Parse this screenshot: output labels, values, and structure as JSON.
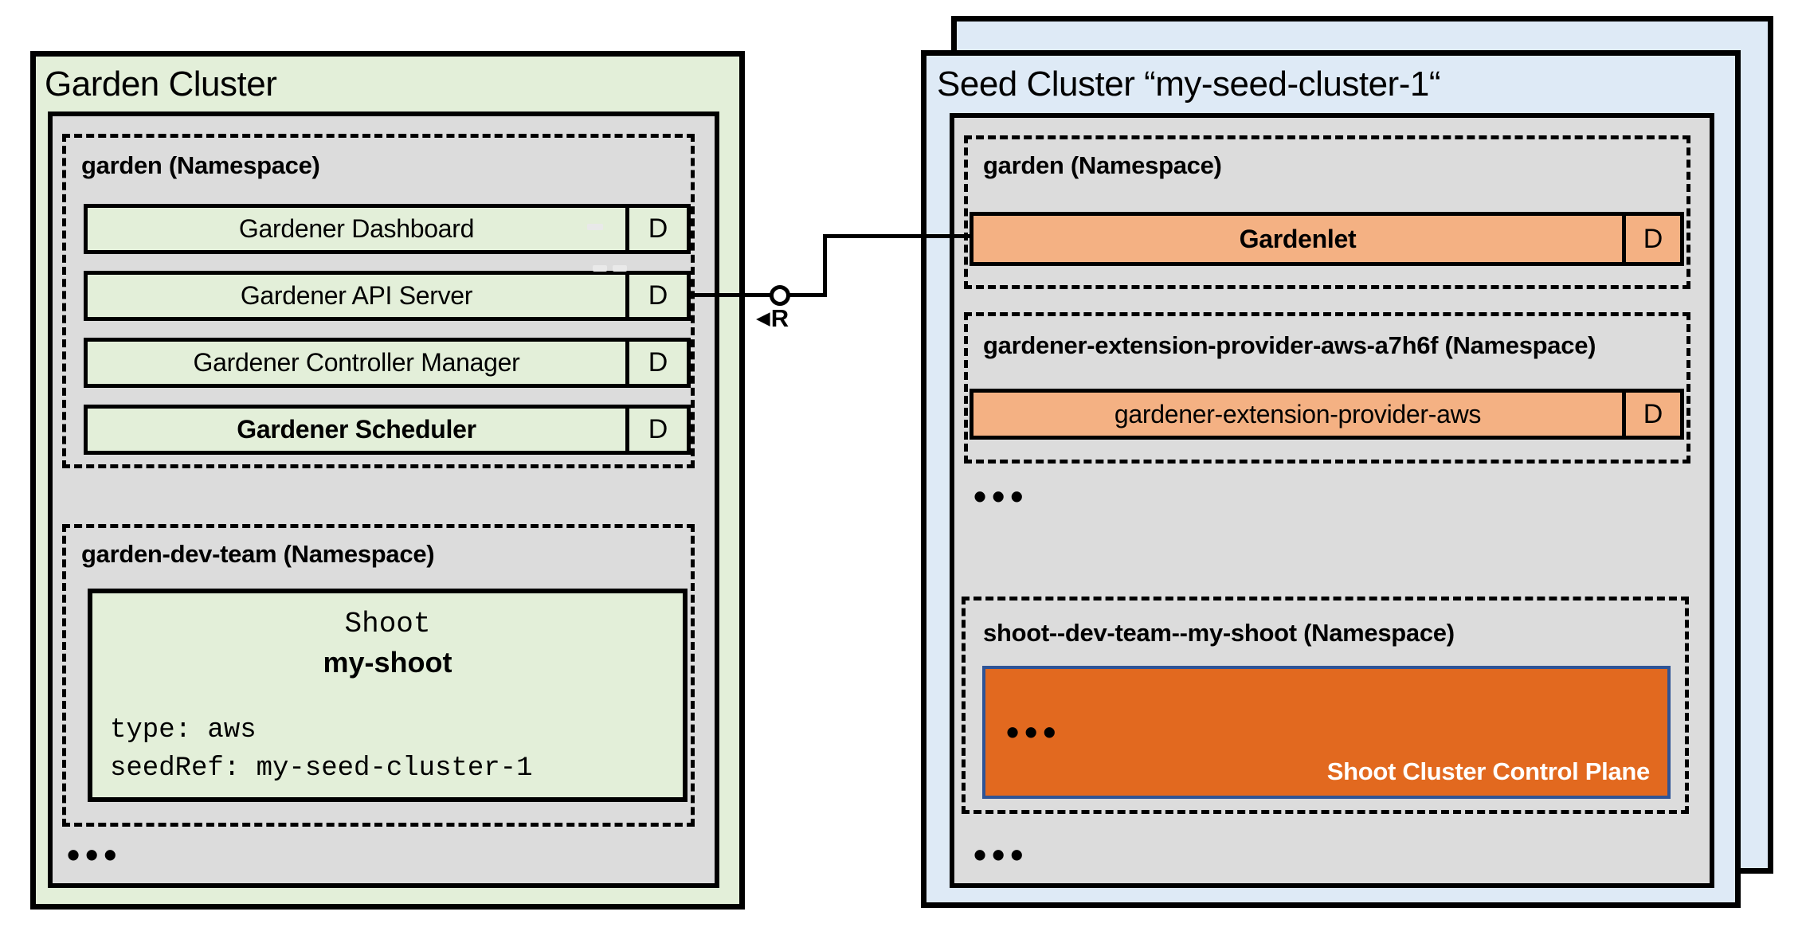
{
  "colors": {
    "cluster_green": "#E3EFD9",
    "namespace_gray": "#DCDCDC",
    "seed_blue": "#DEEAF6",
    "component_orange": "#F4B183",
    "control_plane_orange": "#E2691F",
    "control_plane_border_blue": "#2F5496",
    "line_black": "#000000"
  },
  "garden_cluster": {
    "title": "Garden Cluster",
    "garden_namespace": {
      "label": "garden (Namespace)",
      "components": [
        {
          "label": "Gardener Dashboard",
          "badge": "D"
        },
        {
          "label": "Gardener API Server",
          "badge": "D"
        },
        {
          "label": "Gardener Controller Manager",
          "badge": "D"
        },
        {
          "label": "Gardener Scheduler",
          "badge": "D"
        }
      ]
    },
    "dev_namespace": {
      "label": "garden-dev-team (Namespace)",
      "shoot_resource": {
        "kind": "Shoot",
        "name": "my-shoot",
        "spec_lines": [
          "type: aws",
          "seedRef: my-seed-cluster-1"
        ]
      }
    },
    "ellipsis": "•••"
  },
  "seed_cluster": {
    "title": "Seed Cluster “my-seed-cluster-1“",
    "garden_namespace": {
      "label": "garden (Namespace)",
      "component": {
        "label": "Gardenlet",
        "badge": "D"
      }
    },
    "extension_namespace": {
      "label": "gardener-extension-provider-aws-a7h6f (Namespace)",
      "component": {
        "label": "gardener-extension-provider-aws",
        "badge": "D"
      }
    },
    "ellipsis_mid": "•••",
    "shoot_namespace": {
      "label": "shoot--dev-team--my-shoot (Namespace)",
      "control_plane": {
        "label": "Shoot Cluster Control Plane",
        "ellipsis": "•••"
      }
    },
    "ellipsis_bottom": "•••"
  },
  "connector": {
    "arrow": "◀",
    "label": "R"
  }
}
